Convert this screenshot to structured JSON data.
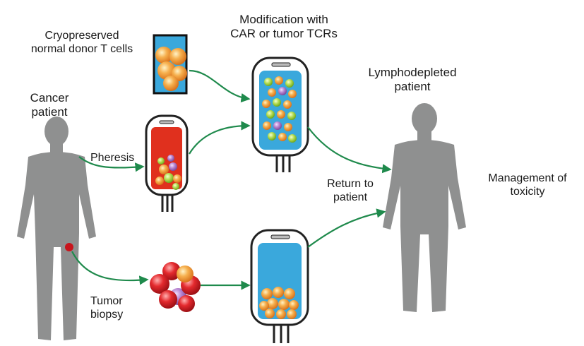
{
  "labels": {
    "cryopreserved": [
      "Cryopreserved",
      "normal donor T cells"
    ],
    "modification": [
      "Modification with",
      "CAR or tumor TCRs"
    ],
    "lymphodepleted": [
      "Lymphodepleted",
      "patient"
    ],
    "cancer_patient": [
      "Cancer",
      "patient"
    ],
    "pheresis": "Pheresis",
    "management": [
      "Management of",
      "toxicity"
    ],
    "return": [
      "Return to",
      "patient"
    ],
    "tumor_biopsy": [
      "Tumor",
      "biopsy"
    ]
  },
  "colors": {
    "arrow": "#1f8a4c",
    "silhouette": "#8f9090",
    "bag_blue": "#3aa8dc",
    "bag_red": "#e0301e",
    "cell_orange": "#f4a340",
    "cell_green": "#a6d84a",
    "cell_purple": "#b07cc8",
    "tumor_red": "#d8202a",
    "tumor_spot": "#c8141c"
  }
}
